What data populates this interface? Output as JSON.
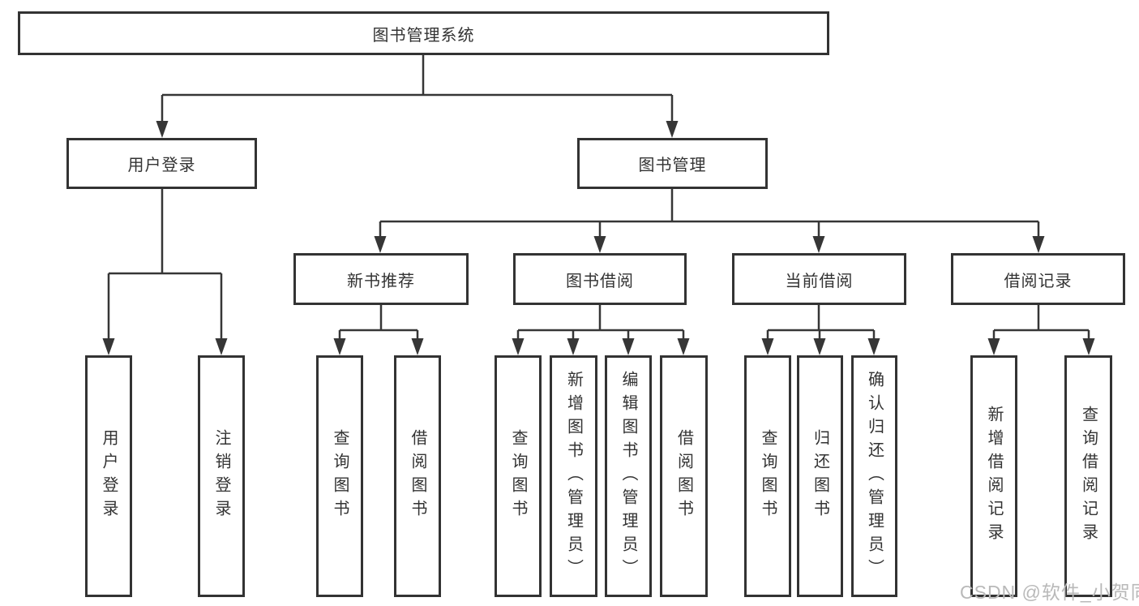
{
  "tree": {
    "root": "图书管理系统",
    "level2": [
      {
        "label": "用户登录",
        "leaves": [
          "用户登录",
          "注销登录"
        ]
      },
      {
        "label": "图书管理",
        "groups": [
          {
            "label": "新书推荐",
            "leaves": [
              "查询图书",
              "借阅图书"
            ]
          },
          {
            "label": "图书借阅",
            "leaves": [
              "查询图书",
              "新增图书（管理员）",
              "编辑图书（管理员）",
              "借阅图书"
            ]
          },
          {
            "label": "当前借阅",
            "leaves": [
              "查询图书",
              "归还图书",
              "确认归还（管理员）"
            ]
          },
          {
            "label": "借阅记录",
            "leaves": [
              "新增借阅记录",
              "查询借阅记录"
            ]
          }
        ]
      }
    ]
  },
  "watermark": "CSDN @软件_小贺同学",
  "colors": {
    "line": "#363636",
    "border": "#333333",
    "text": "#333333",
    "watermark": "#b9b9b9",
    "background": "#ffffff"
  }
}
